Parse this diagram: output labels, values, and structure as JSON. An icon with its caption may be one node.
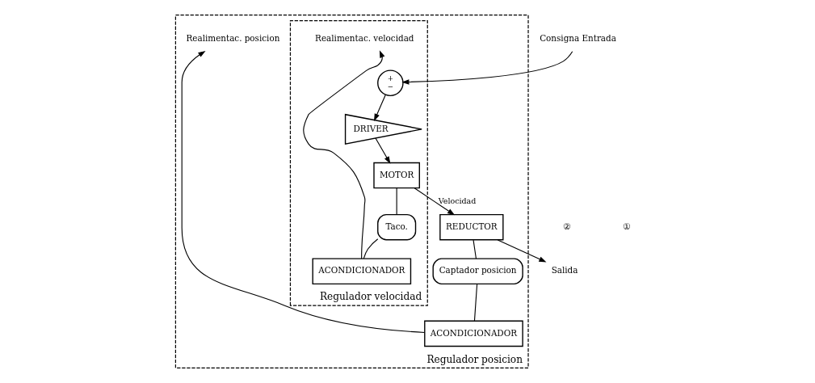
{
  "diagram": {
    "nodes": [
      {
        "text": [
          "Regulador posicion"
        ]
      },
      {
        "text": [
          "Consigna Entrada"
        ]
      },
      {
        "text": [
          "Regulador velocidad"
        ],
        "in": 0
      },
      {
        "text": [
          "+",
          "−"
        ],
        "in": 2
      },
      {
        "text": [
          "DRIVER"
        ],
        "in": 2
      },
      {
        "text": [
          "MOTOR"
        ],
        "in": 2
      },
      {
        "text": [
          "Salida"
        ]
      },
      {
        "text": [
          "REDUCTOR"
        ],
        "in": 0
      },
      {
        "text": [
          "Taco."
        ],
        "in": 2
      },
      {
        "text": [
          "Realimentac. velocidad"
        ],
        "in": 2
      },
      {
        "text": [
          "ACONDICIONADOR"
        ],
        "in": 2
      },
      {
        "text": [
          "Captador posicion"
        ],
        "in": 0
      },
      {
        "text": [
          "Realimentac. posicion"
        ],
        "in": 0
      },
      {
        "text": [
          "ACONDICIONADOR"
        ],
        "in": 0
      }
    ],
    "edges": [
      {
        "from": 1,
        "to": 3,
        "arrow": "to"
      },
      {
        "from": 3,
        "to": 4,
        "arrow": "to"
      },
      {
        "from": 4,
        "to": 5,
        "arrow": "to"
      },
      {
        "from": 5,
        "to": 7,
        "arrow": "to",
        "label": "Velocidad"
      },
      {
        "from": 7,
        "to": 6,
        "arrow": "to"
      },
      {
        "from": 5,
        "to": 8,
        "arrow": "none"
      },
      {
        "from": 8,
        "to": 10,
        "arrow": "none"
      },
      {
        "from": 10,
        "to": 9,
        "arrow": "to"
      },
      {
        "from": 7,
        "to": 11,
        "arrow": "none"
      },
      {
        "from": 11,
        "to": 13,
        "arrow": "none"
      },
      {
        "from": 13,
        "to": 12,
        "arrow": "to"
      }
    ],
    "labels": [
      "②",
      "①"
    ]
  }
}
